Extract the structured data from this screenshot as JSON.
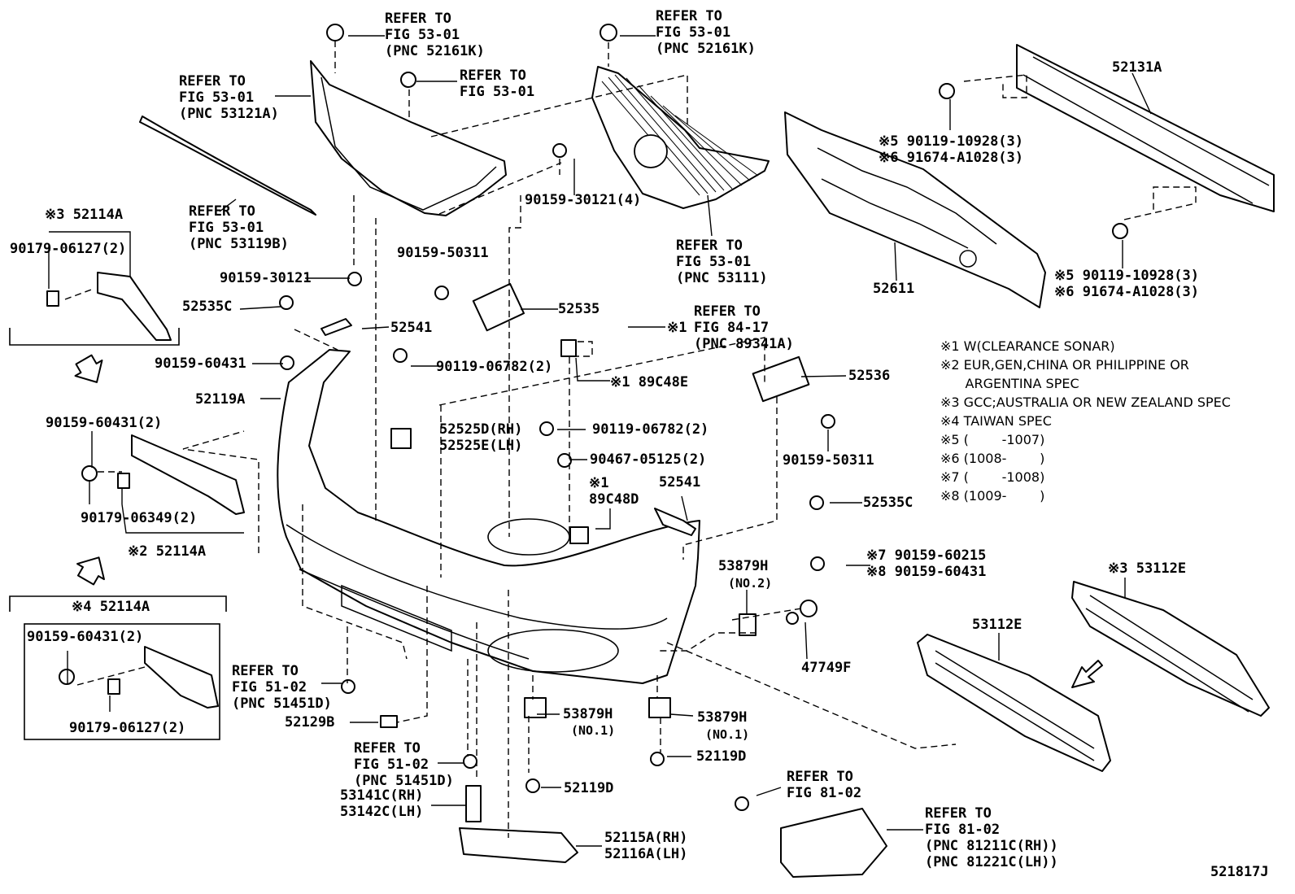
{
  "diagram_id": "521817J",
  "legend": [
    "※1 W(CLEARANCE SONAR)",
    "※2 EUR,GEN,CHINA OR PHILIPPINE OR",
    "      ARGENTINA SPEC",
    "※3 GCC;AUSTRALIA OR NEW ZEALAND SPEC",
    "※4 TAIWAN SPEC",
    "※5 (        -1007)",
    "※6 (1008-        )",
    "※7 (        -1008)",
    "※8 (1009-        )"
  ],
  "callouts": {
    "t_ref_53121a": "REFER TO\nFIG 53-01\n(PNC 53121A)",
    "t_ref_52161k_a": "REFER TO\nFIG 53-01\n(PNC 52161K)",
    "t_ref_5301_a": "REFER TO\nFIG 53-01",
    "t_ref_52161k_b": "REFER TO\nFIG 53-01\n(PNC 52161K)",
    "t_52131a": "52131A",
    "t_ref_53119b": "REFER TO\nFIG 53-01\n(PNC 53119B)",
    "t_90159_30121_4": "90159-30121(4)",
    "t_ref_53111": "REFER TO\nFIG 53-01\n(PNC 53111)",
    "t_90119_10928_top": "※5 90119-10928(3)\n※6 91674-A1028(3)",
    "t_90119_10928_bot": "※5 90119-10928(3)\n※6 91674-A1028(3)",
    "t_52611": "52611",
    "t_52114a_3": "※3 52114A",
    "t_90179_06127_2a": "90179-06127(2)",
    "t_90159_30121": "90159-30121",
    "t_90159_50311_a": "90159-50311",
    "t_52535c_a": "52535C",
    "t_52541_a": "52541",
    "t_52535": "52535",
    "t_ref_89341a": "REFER TO\nFIG 84-17\n(PNC 89341A)",
    "t_x1_a": "※1",
    "t_90159_60431_a": "90159-60431",
    "t_90119_06782_2a": "90119-06782(2)",
    "t_89c48e": "※1 89C48E",
    "t_52536": "52536",
    "t_52119a": "52119A",
    "t_90159_60431_2a": "90159-60431(2)",
    "t_52525d": "52525D(RH)\n52525E(LH)",
    "t_90119_06782_2b": "90119-06782(2)",
    "t_90159_50311_b": "90159-50311",
    "t_90467": "90467-05125(2)",
    "t_89c48d": "※1\n89C48D",
    "t_52541_b": "52541",
    "t_52535c_b": "52535C",
    "t_90179_06349": "90179-06349(2)",
    "t_52114a_2": "※2 52114A",
    "t_53879h_no2": "53879H",
    "t_no2": "(NO.2)",
    "t_90159_60215": "※7 90159-60215\n※8 90159-60431",
    "t_52114a_4": "※4 52114A",
    "t_53112e_3": "※3 53112E",
    "t_90159_60431_2b": "90159-60431(2)",
    "t_53112e": "53112E",
    "t_47749f": "47749F",
    "t_ref_51451d_a": "REFER TO\nFIG 51-02\n(PNC 51451D)",
    "t_90179_06127_2b": "90179-06127(2)",
    "t_52129b": "52129B",
    "t_53879h_no1a": "53879H",
    "t_no1a": "(NO.1)",
    "t_53879h_no1b": "53879H",
    "t_no1b": "(NO.1)",
    "t_ref_51451d_b": "REFER TO\nFIG 51-02\n(PNC 51451D)",
    "t_52119d_a": "52119D",
    "t_52119d_b": "52119D",
    "t_53141c": "53141C(RH)\n53142C(LH)",
    "t_ref_8102": "REFER TO\nFIG 81-02",
    "t_ref_81211c": "REFER TO\nFIG 81-02\n(PNC 81211C(RH))\n(PNC 81221C(LH))",
    "t_52115a": "52115A(RH)\n52116A(LH)"
  }
}
